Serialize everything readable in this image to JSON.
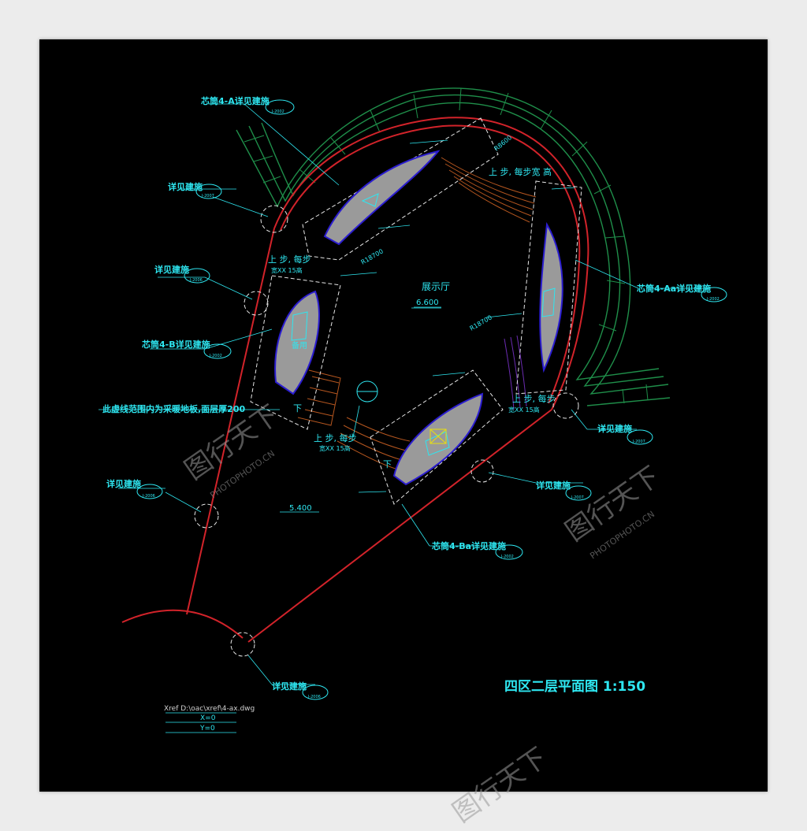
{
  "title": "四区二层平面图 1:150",
  "colors": {
    "background": "#000000",
    "wall": "#d2232a",
    "outer_ring": "#1f8f4a",
    "annotation": "#2ee6f0",
    "core_fill": "#9a9a9a",
    "core_outline": "#2b1dcf",
    "stairs": "#b5561f",
    "stairs_inner": "#6a2bb0"
  },
  "room": {
    "name": "展示厅",
    "elevation": "6.600"
  },
  "lower_elevation": "5.400",
  "slab_note": "此虚线范围内为采暖地板,面层厚200",
  "callouts": [
    {
      "text": "芯筒4-A详见建施",
      "tag": "J-2002"
    },
    {
      "text": "详见建施",
      "tag": "J-2007"
    },
    {
      "text": "详见建施",
      "tag": "J-2006"
    },
    {
      "text": "芯筒4-B详见建施",
      "tag": "J-2002"
    },
    {
      "text": "芯筒4-Aa详见建施",
      "tag": "J-2002"
    },
    {
      "text": "详见建施",
      "tag": "J-2007"
    },
    {
      "text": "详见建施",
      "tag": "J-2006"
    },
    {
      "text": "详见建施",
      "tag": "J-2007"
    },
    {
      "text": "芯筒4-Ba详见建施",
      "tag": "J-2002"
    },
    {
      "text": "详见建施",
      "tag": "J-2006"
    }
  ],
  "stair_labels": {
    "top_right": "上 步, 每步宽 高",
    "left": "上 步, 每步",
    "left_sub": "宽XX 15高",
    "right": "上 步, 每步",
    "right_sub": "宽XX 15高",
    "bottom": "上 步, 每步",
    "bottom_sub": "宽XX 15高",
    "down": "下"
  },
  "radius_labels": [
    "R18700",
    "R18700",
    "R8600"
  ],
  "core_labels": {
    "spare": "备用"
  },
  "xref": {
    "path": "Xref D:\\oac\\xref\\4-ax.dwg",
    "x": "X=0",
    "y": "Y=0"
  },
  "watermark": {
    "brand": "图行天下",
    "site": "PHOTOPHOTO.CN"
  }
}
